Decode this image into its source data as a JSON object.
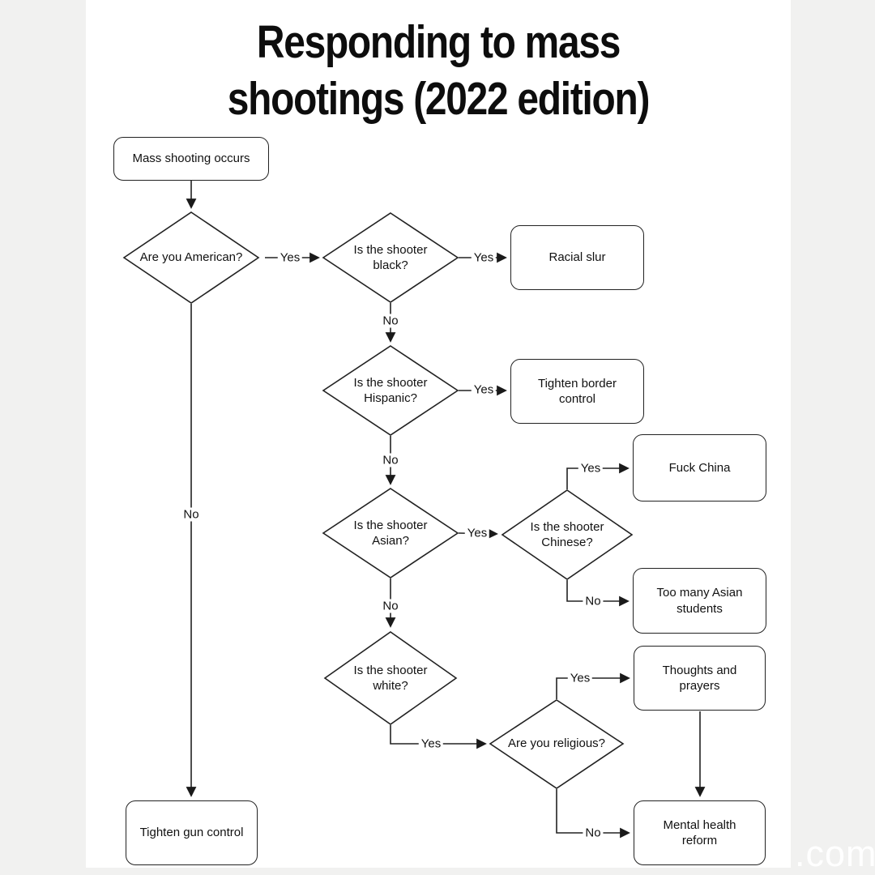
{
  "title": {
    "line1": "Responding to mass",
    "line2": "shootings (2022 edition)"
  },
  "watermark": {
    "text": ".com"
  },
  "colors": {
    "line": "#222222",
    "text": "#111111",
    "page_background": "#ffffff",
    "margin_background": "#f1f1f0",
    "watermark_text": "#ffffff"
  },
  "nodes": {
    "start": {
      "label": "Mass shooting occurs"
    },
    "american": {
      "label": "Are you American?"
    },
    "black": {
      "label": "Is the shooter black?"
    },
    "racial": {
      "label": "Racial slur"
    },
    "hispanic": {
      "label": "Is the shooter Hispanic?"
    },
    "border": {
      "label": "Tighten border control"
    },
    "asian": {
      "label": "Is the shooter Asian?"
    },
    "chinese": {
      "label": "Is the shooter Chinese?"
    },
    "china": {
      "label": "Fuck China"
    },
    "students": {
      "label": "Too many Asian students"
    },
    "white": {
      "label": "Is the shooter white?"
    },
    "religious": {
      "label": "Are you religious?"
    },
    "prayers": {
      "label": "Thoughts and prayers"
    },
    "mental": {
      "label": "Mental health reform"
    },
    "guncontrol": {
      "label": "Tighten gun control"
    }
  },
  "edges": {
    "american_yes": {
      "label": "Yes"
    },
    "american_no": {
      "label": "No"
    },
    "black_yes": {
      "label": "Yes"
    },
    "black_no": {
      "label": "No"
    },
    "hispanic_yes": {
      "label": "Yes"
    },
    "hispanic_no": {
      "label": "No"
    },
    "asian_yes": {
      "label": "Yes"
    },
    "asian_no": {
      "label": "No"
    },
    "chinese_yes": {
      "label": "Yes"
    },
    "chinese_no": {
      "label": "No"
    },
    "white_yes": {
      "label": "Yes"
    },
    "religious_yes": {
      "label": "Yes"
    },
    "religious_no": {
      "label": "No"
    }
  }
}
